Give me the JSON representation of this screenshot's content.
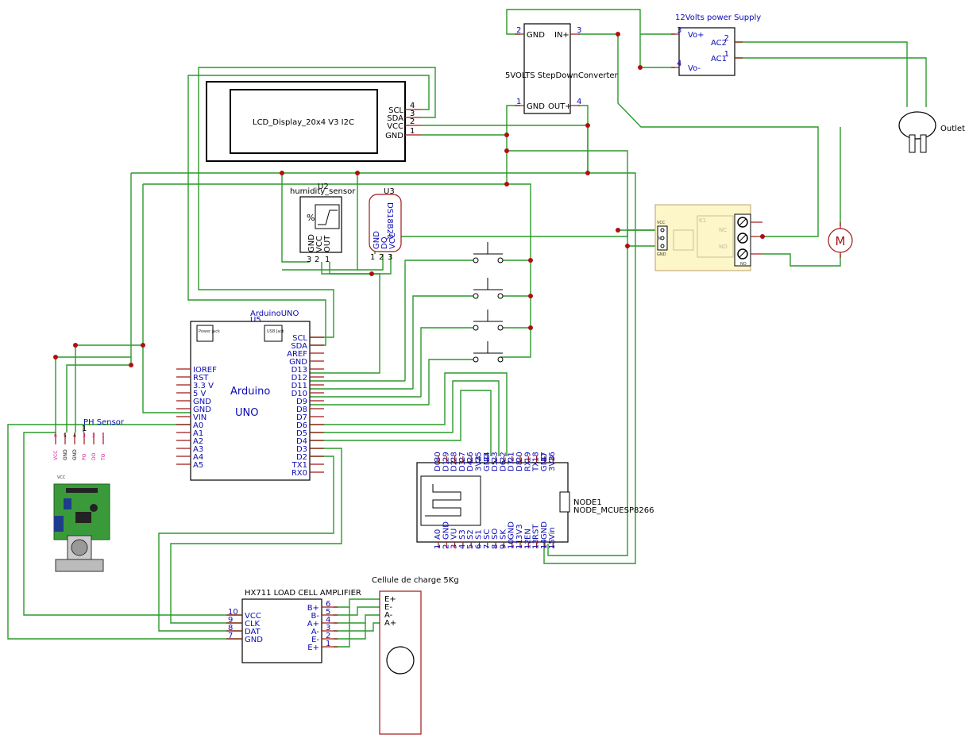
{
  "power_supply": {
    "title": "12Volts power Supply",
    "pins": [
      {
        "num": "3",
        "name": "Vo+"
      },
      {
        "num": "4",
        "name": "Vo-"
      },
      {
        "num": "2",
        "name": "AC2"
      },
      {
        "num": "1",
        "name": "AC1"
      }
    ]
  },
  "stepdown": {
    "title": "5VOLTS StepDownConverter",
    "pins": [
      {
        "num": "2",
        "name": "GND"
      },
      {
        "num": "3",
        "name": "IN+"
      },
      {
        "num": "1",
        "name": "GND"
      },
      {
        "num": "4",
        "name": "OUT+"
      }
    ]
  },
  "outlet": {
    "label": "Outlet"
  },
  "motor": {
    "glyph": "M"
  },
  "lcd": {
    "label": "LCD_Display_20x4 V3 I2C",
    "pins": [
      {
        "num": "4",
        "name": "SCL"
      },
      {
        "num": "3",
        "name": "SDA"
      },
      {
        "num": "2",
        "name": "VCC"
      },
      {
        "num": "1",
        "name": "GND"
      }
    ]
  },
  "humidity": {
    "ref": "U2",
    "title": "humidity_sensor",
    "pins": [
      {
        "num": "3",
        "name": "GND"
      },
      {
        "num": "2",
        "name": "VCC"
      },
      {
        "num": "1",
        "name": "OUT"
      }
    ]
  },
  "ds18b20": {
    "ref": "U3",
    "title": "DS18B20",
    "pins": [
      {
        "num": "1",
        "name": "GND"
      },
      {
        "num": "2",
        "name": "DQ"
      },
      {
        "num": "3",
        "name": "VCC"
      }
    ]
  },
  "relay": {
    "left_pins": [
      "VCC",
      "IN",
      "GND"
    ],
    "ref": "K1",
    "contacts": [
      "NC",
      "NO"
    ],
    "terminal_label": "NO"
  },
  "arduino": {
    "title": "ArduinoUNO",
    "ref": "U5",
    "name1": "Arduino",
    "name2": "UNO",
    "power_jack": "Power Jack",
    "usb_jack": "USB Jack",
    "left_pins": [
      "IOREF",
      "RST",
      "3.3 V",
      "5 V",
      "GND",
      "GND",
      "VIN",
      "A0",
      "A1",
      "A2",
      "A3",
      "A4",
      "A5"
    ],
    "right_pins": [
      "SCL",
      "SDA",
      "AREF",
      "GND",
      "D13",
      "D12",
      "D11",
      "D10",
      "D9",
      "D8",
      "D7",
      "D6",
      "D5",
      "D4",
      "D3",
      "D2",
      "TX1",
      "RX0"
    ]
  },
  "ph_sensor": {
    "title": "PH Sensor",
    "ref": "1",
    "pin_nums": [
      "6",
      "5",
      "4",
      "3",
      "2",
      "1"
    ],
    "pin_names": [
      "VCC",
      "GND",
      "GND",
      "PO",
      "DO",
      "TO"
    ]
  },
  "nodemcu": {
    "ref": "NODE1",
    "name": "NODE_MCUESP8266",
    "top_pins": [
      "D0",
      "D1",
      "D2",
      "D3",
      "D4",
      "3V3",
      "GND",
      "D5",
      "D6",
      "D7",
      "D8",
      "RX",
      "TX",
      "GND",
      "3V3"
    ],
    "top_nums": [
      "30",
      "29",
      "28",
      "27",
      "26",
      "25",
      "24",
      "23",
      "22",
      "21",
      "20",
      "19",
      "18",
      "17",
      "16"
    ],
    "bottom_pins": [
      "A0",
      "GND",
      "VU",
      "S3",
      "S2",
      "S1",
      "SC",
      "SO",
      "SK",
      "GND",
      "3V3",
      "EN",
      "RST",
      "GND",
      "Vin"
    ],
    "bottom_nums": [
      "1",
      "2",
      "3",
      "4",
      "5",
      "6",
      "7",
      "8",
      "9",
      "10",
      "11",
      "12",
      "13",
      "14",
      "15"
    ]
  },
  "hx711": {
    "title": "HX711 LOAD CELL AMPLIFIER",
    "left_pins": [
      {
        "num": "10",
        "name": "VCC"
      },
      {
        "num": "9",
        "name": "CLK"
      },
      {
        "num": "8",
        "name": "DAT"
      },
      {
        "num": "7",
        "name": "GND"
      }
    ],
    "right_pins": [
      {
        "num": "6",
        "name": "B+"
      },
      {
        "num": "5",
        "name": "B-"
      },
      {
        "num": "4",
        "name": "A+"
      },
      {
        "num": "3",
        "name": "A-"
      },
      {
        "num": "2",
        "name": "E-"
      },
      {
        "num": "1",
        "name": "E+"
      }
    ]
  },
  "load_cell": {
    "title": "Cellule de charge 5Kg",
    "pins": [
      "E+",
      "E-",
      "A-",
      "A+"
    ]
  },
  "colors": {
    "wire": "#2a9a2a",
    "pin_text": "#0a0ab4",
    "lead": "#a01818",
    "relay_fill": "#fdf6c8"
  }
}
